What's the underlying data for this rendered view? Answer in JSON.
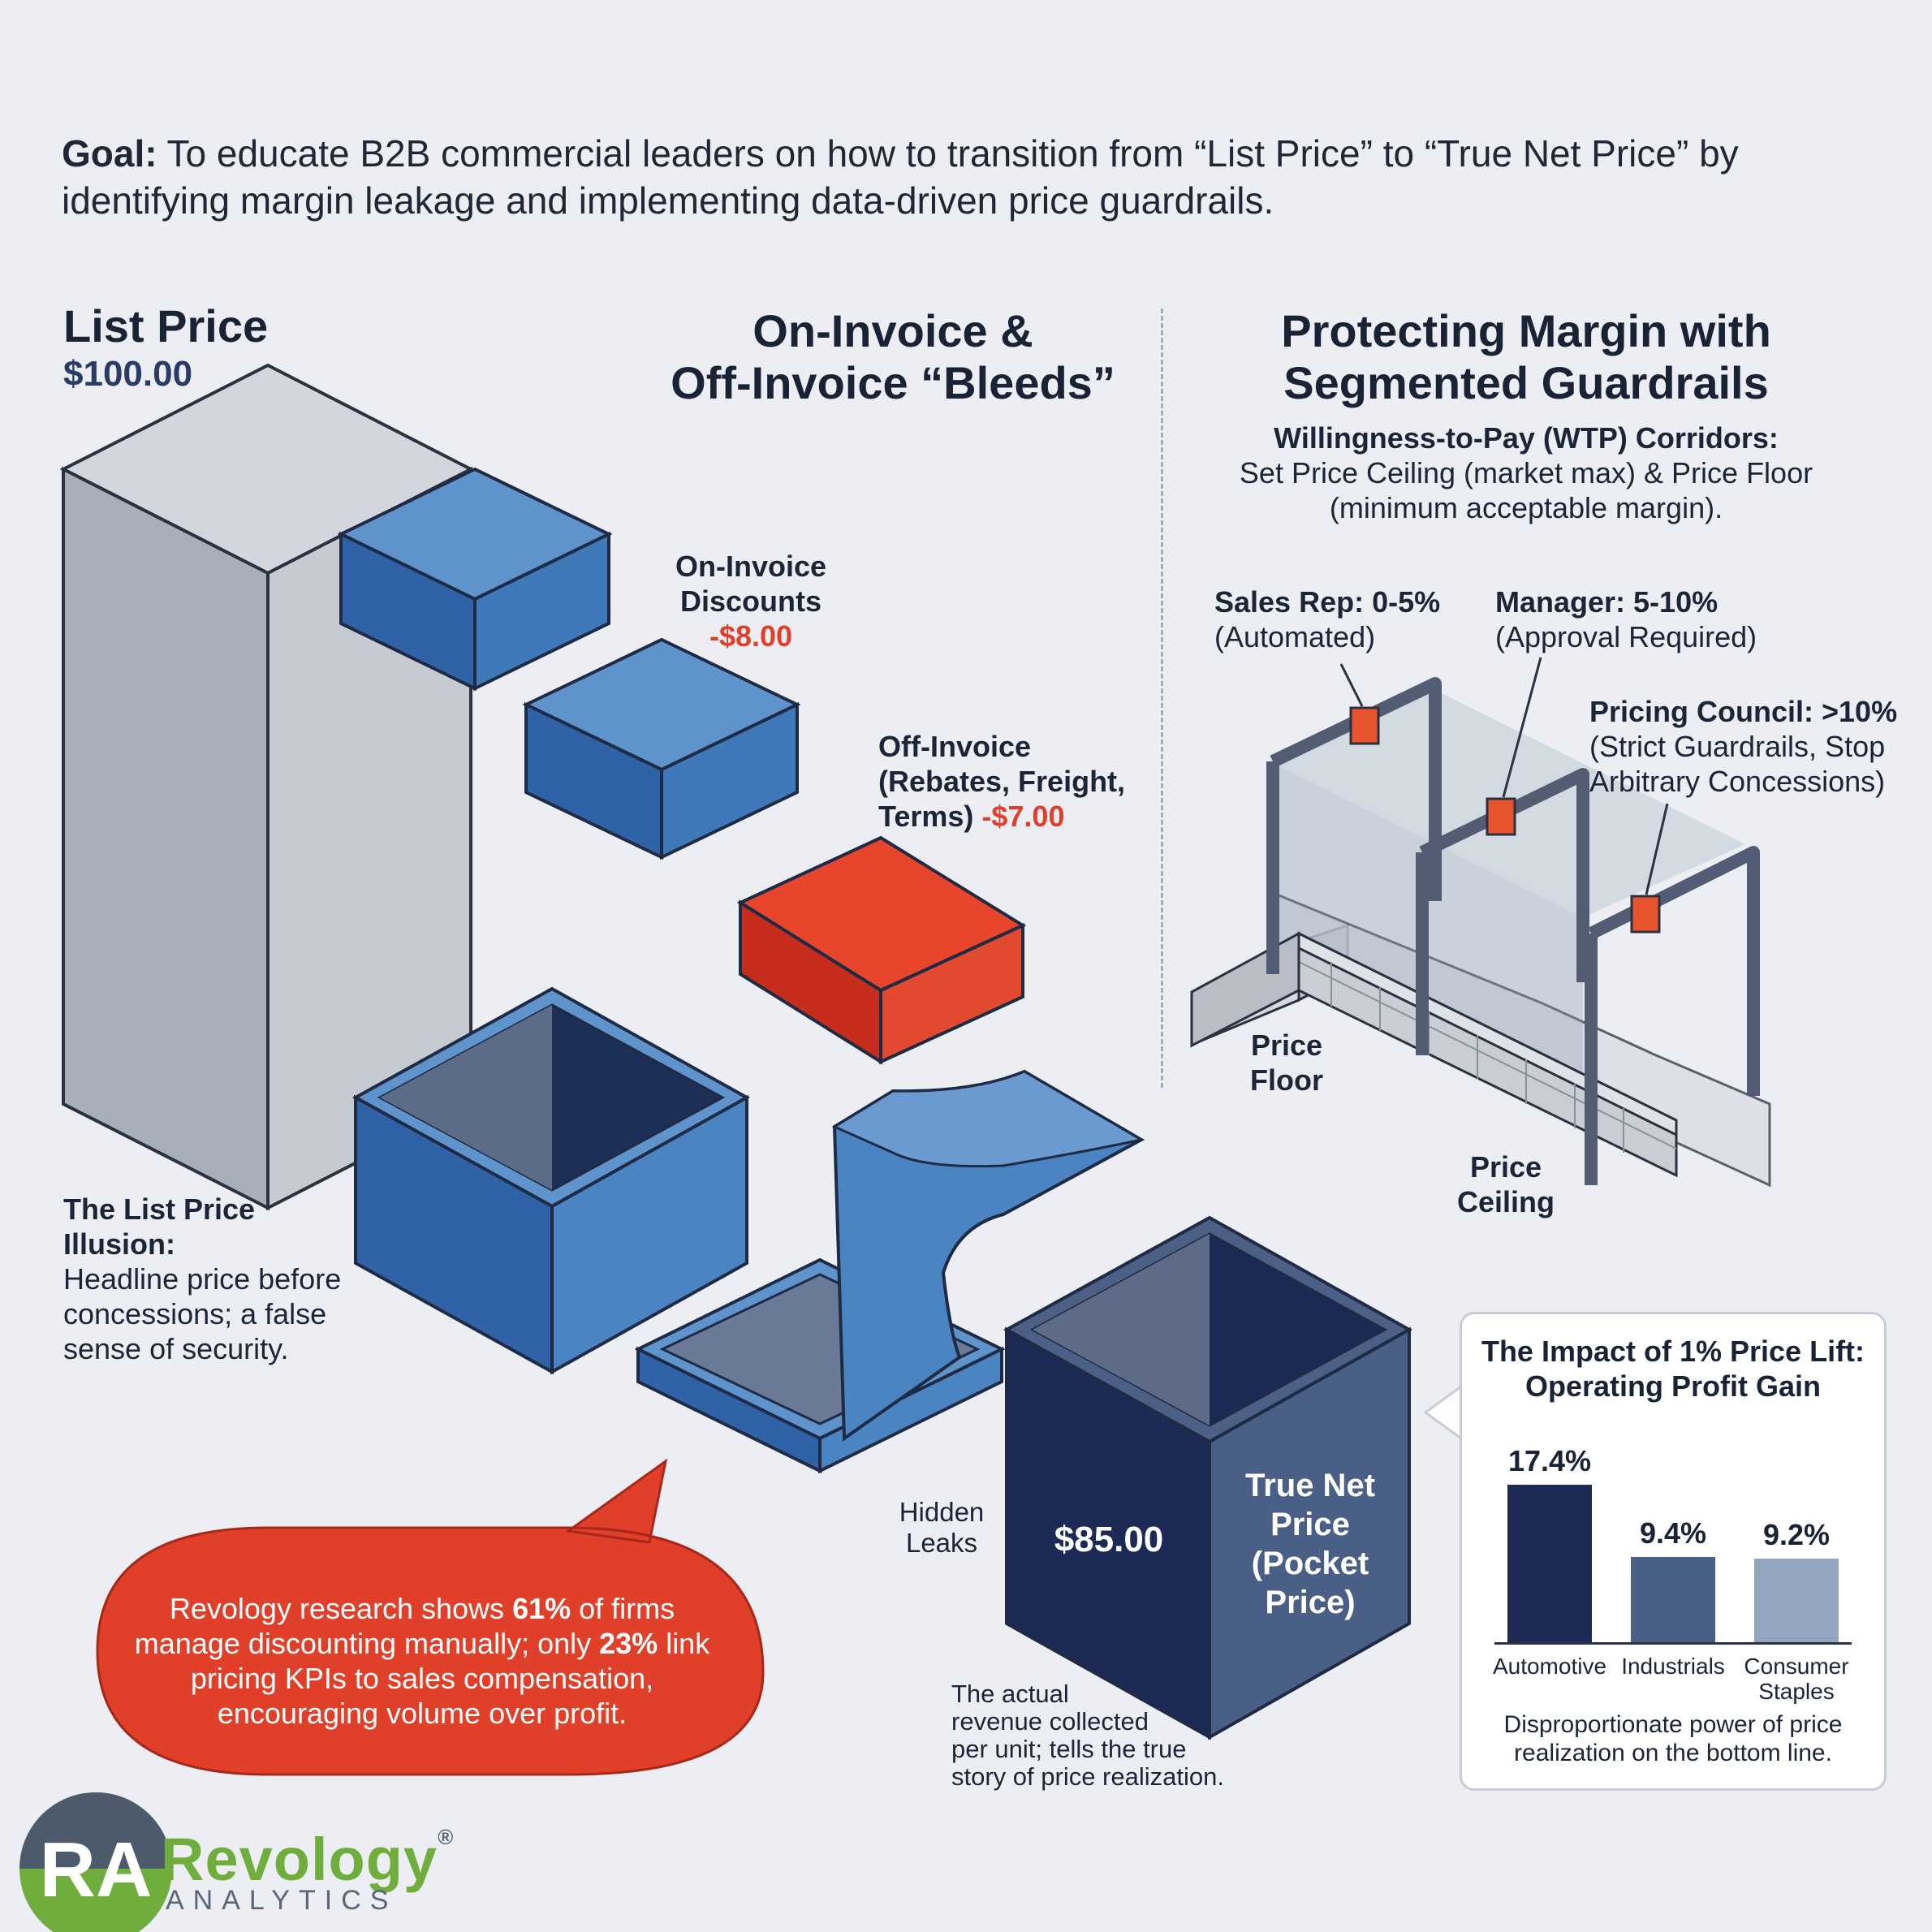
{
  "goal": {
    "label": "Goal:",
    "text": " To educate B2B commercial leaders on how to transition from “List Price” to “True Net Price” by identifying margin leakage and implementing data-driven price guardrails."
  },
  "list_price": {
    "title": "List Price",
    "value": "$100.00",
    "illusion_title": "The List Price Illusion:",
    "illusion_text": "Headline price before concessions; a false sense of security."
  },
  "bleeds": {
    "title_line1": "On-Invoice &",
    "title_line2": "Off-Invoice “Bleeds”",
    "on_invoice_label_1": "On-Invoice",
    "on_invoice_label_2": "Discounts",
    "on_invoice_value": "-$8.00",
    "off_invoice_label_1": "Off-Invoice",
    "off_invoice_label_2": "(Rebates, Freight,",
    "off_invoice_label_3": "Terms)",
    "off_invoice_value": "-$7.00",
    "hidden_leaks_1": "Hidden",
    "hidden_leaks_2": "Leaks"
  },
  "net_price": {
    "value": "$85.00",
    "label_1": "True Net",
    "label_2": "Price",
    "label_3": "(Pocket",
    "label_4": "Price)",
    "description_1": "The actual",
    "description_2": "revenue collected",
    "description_3": "per unit; tells the true",
    "description_4": "story of price realization."
  },
  "research_bubble": {
    "part1": "Revology research shows ",
    "pct1": "61%",
    "part2": " of firms manage discounting manually; only ",
    "pct2": "23%",
    "part3": " link pricing KPIs to sales compensation, encouraging volume over profit."
  },
  "guardrails": {
    "title_line1": "Protecting Margin with",
    "title_line2": "Segmented Guardrails",
    "wtp_title": "Willingness-to-Pay (WTP) Corridors:",
    "wtp_line1": "Set Price Ceiling (market max) & Price Floor",
    "wtp_line2": "(minimum acceptable margin).",
    "sales_rep_title": "Sales Rep: 0-5%",
    "sales_rep_sub": "(Automated)",
    "manager_title": "Manager: 5-10%",
    "manager_sub": "(Approval Required)",
    "council_title": "Pricing Council: >10%",
    "council_sub1": "(Strict Guardrails, Stop",
    "council_sub2": "Arbitrary Concessions)",
    "floor_1": "Price",
    "floor_2": "Floor",
    "ceiling_1": "Price",
    "ceiling_2": "Ceiling"
  },
  "impact_panel": {
    "title_line1": "The Impact of 1% Price Lift:",
    "title_line2": "Operating Profit Gain",
    "footer_line1": "Disproportionate power of price",
    "footer_line2": "realization on the bottom line."
  },
  "chart_data": {
    "type": "bar",
    "title": "The Impact of 1% Price Lift: Operating Profit Gain",
    "categories": [
      "Automotive",
      "Industrials",
      "Consumer Staples"
    ],
    "values": [
      17.4,
      9.4,
      9.2
    ],
    "value_labels": [
      "17.4%",
      "9.4%",
      "9.2%"
    ],
    "category_lines": [
      [
        "Automotive"
      ],
      [
        "Industrials"
      ],
      [
        "Consumer",
        "Staples"
      ]
    ],
    "colors": [
      "#1c2a55",
      "#4a5f85",
      "#93a5c0"
    ],
    "ylim": [
      0,
      17.4
    ],
    "grid": false
  },
  "logo": {
    "mark": "RA",
    "name": "Revology",
    "registered": "®",
    "sub": "ANALYTICS",
    "icon": "revology-logo-icon",
    "brand_green": "#6fae3c",
    "brand_gray": "#5a6678"
  },
  "colors": {
    "blue": "#3f78b8",
    "red": "#e0402a",
    "navy": "#1c2a55",
    "gray": "#a8afb9"
  }
}
